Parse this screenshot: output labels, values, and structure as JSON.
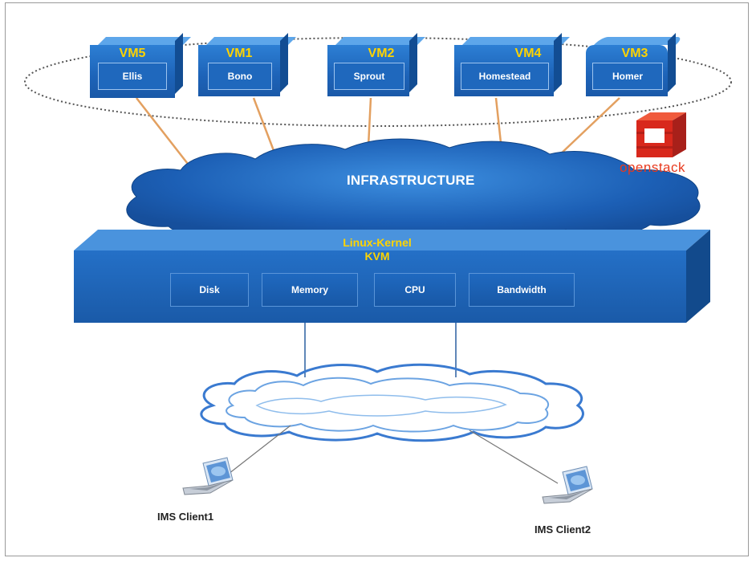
{
  "vms": [
    {
      "id": "VM5",
      "service": "Ellis"
    },
    {
      "id": "VM1",
      "service": "Bono"
    },
    {
      "id": "VM2",
      "service": "Sprout"
    },
    {
      "id": "VM4",
      "service": "Homestead"
    },
    {
      "id": "VM3",
      "service": "Homer"
    }
  ],
  "infrastructure": {
    "label": "INFRASTRUCTURE"
  },
  "openstack": {
    "wordmark": "openstack"
  },
  "hypervisor": {
    "line1": "Linux-Kernel",
    "line2": "KVM",
    "resources": [
      "Disk",
      "Memory",
      "CPU",
      "Bandwidth"
    ]
  },
  "clients": [
    {
      "label": "IMS Client1"
    },
    {
      "label": "IMS Client2"
    }
  ],
  "colors": {
    "vm_label": "#ffd400",
    "box_blue": "#1d63b8",
    "link_orange": "#e3a060",
    "openstack_red": "#e8391d"
  }
}
